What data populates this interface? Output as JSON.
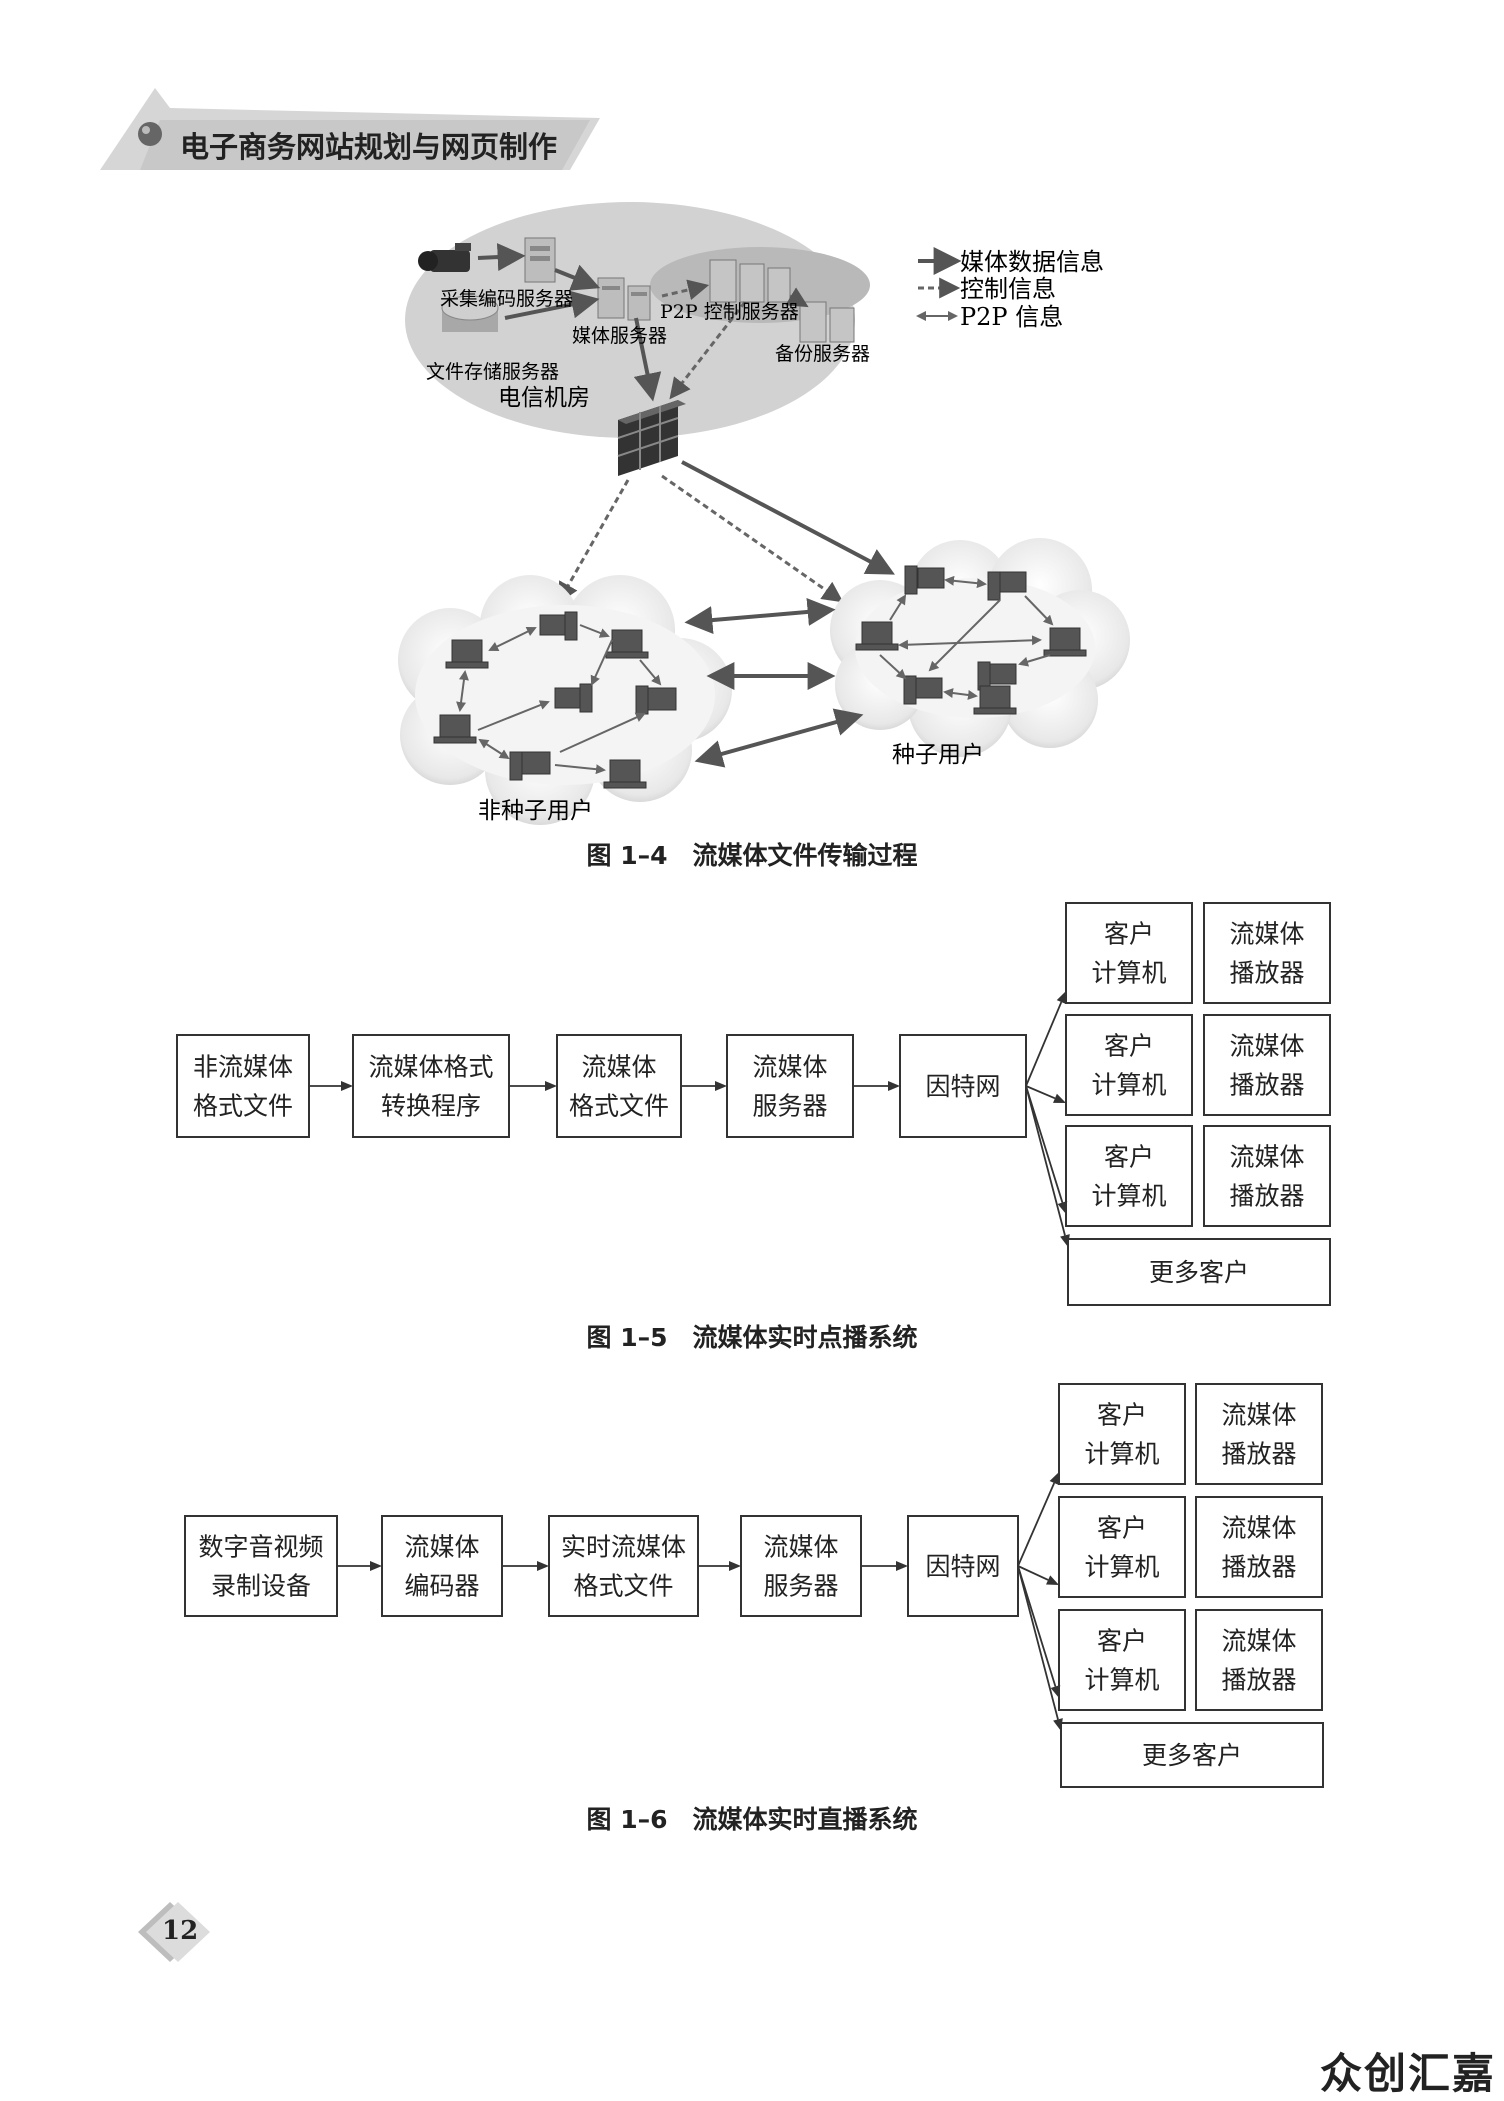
{
  "header": {
    "title": "电子商务网站规划与网页制作"
  },
  "page_number": "12",
  "watermark": "众创汇嘉",
  "fig1_4": {
    "caption": "图 1–4　流媒体文件传输过程",
    "labels": {
      "capture_server": "采集编码服务器",
      "media_server": "媒体服务器",
      "p2p_server": "P2P 控制服务器",
      "backup_server": "备份服务器",
      "file_server": "文件存储服务器",
      "datacenter": "电信机房",
      "seed_users": "种子用户",
      "non_seed_users": "非种子用户"
    },
    "legend": {
      "media_data": "媒体数据信息",
      "control": "控制信息",
      "p2p": "P2P 信息"
    }
  },
  "fig1_5": {
    "caption": "图 1–5　流媒体实时点播系统",
    "chain": [
      [
        "非流媒体",
        "格式文件"
      ],
      [
        "流媒体格式",
        "转换程序"
      ],
      [
        "流媒体",
        "格式文件"
      ],
      [
        "流媒体",
        "服务器"
      ],
      [
        "因特网"
      ]
    ],
    "client": [
      "客户",
      "计算机"
    ],
    "player": [
      "流媒体",
      "播放器"
    ],
    "more": "更多客户"
  },
  "fig1_6": {
    "caption": "图 1–6　流媒体实时直播系统",
    "chain": [
      [
        "数字音视频",
        "录制设备"
      ],
      [
        "流媒体",
        "编码器"
      ],
      [
        "实时流媒体",
        "格式文件"
      ],
      [
        "流媒体",
        "服务器"
      ],
      [
        "因特网"
      ]
    ],
    "client": [
      "客户",
      "计算机"
    ],
    "player": [
      "流媒体",
      "播放器"
    ],
    "more": "更多客户"
  }
}
